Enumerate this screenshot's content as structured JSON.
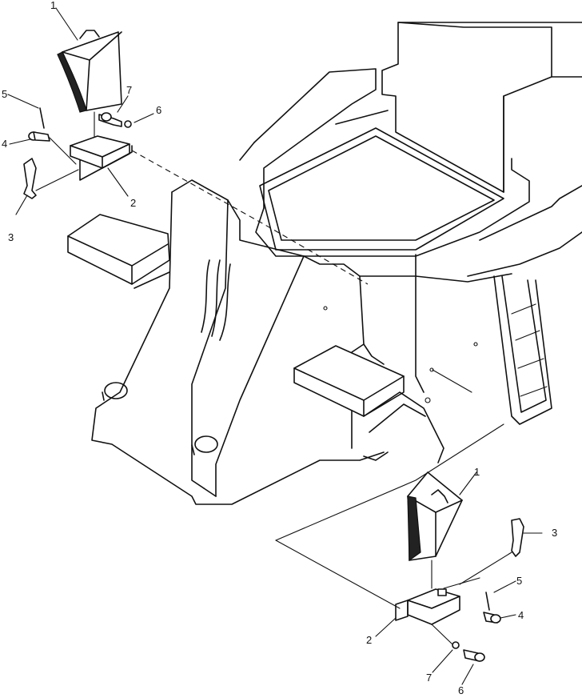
{
  "callouts": {
    "top": {
      "c1": "1",
      "c2": "2",
      "c3": "3",
      "c4": "4",
      "c5": "5",
      "c6": "6",
      "c7": "7"
    },
    "bottom": {
      "c1": "1",
      "c2": "2",
      "c3": "3",
      "c4": "4",
      "c5": "5",
      "c6": "6",
      "c7": "7"
    }
  }
}
